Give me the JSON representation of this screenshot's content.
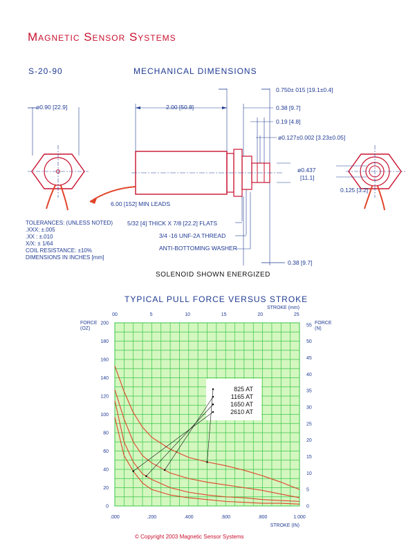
{
  "header": {
    "company": "Magnetic Sensor Systems",
    "part_number": "S-20-90",
    "section_title": "MECHANICAL DIMENSIONS"
  },
  "drawing": {
    "dim_diameter_left": "ø0.90 [22.9]",
    "dim_length": "2.00 [50.8]",
    "dim_0750": "0.750± 015 [19.1±0.4]",
    "dim_038_top": "0.38 [9.7]",
    "dim_019": "0.19 [4.8]",
    "dim_0127": "ø0.127±0.002 [3.23±0.05]",
    "dim_0437_a": "ø0.437",
    "dim_0437_b": "[11.1]",
    "dim_0125": "0.125 [3.2]",
    "leads": "6.00 [152] MIN LEADS",
    "flats": "5/32 [4] THICK X 7/8 [22.2] FLATS",
    "thread": "3/4 -16 UNF-2A THREAD",
    "washer": "ANTI-BOTTOMING WASHER",
    "dim_038_bottom": "0.38 [9.7]",
    "tolerances": [
      "TOLERANCES: (UNLESS NOTED)",
      ".XXX: ±.005",
      ".XX : ±.010",
      "X/X:  ± 1/64",
      "COIL RESISTANCE: ±10%",
      "DIMENSIONS IN INCHES [mm]"
    ],
    "caption": "SOLENOID SHOWN ENERGIZED"
  },
  "chart_data": {
    "type": "line",
    "title": "TYPICAL PULL FORCE VERSUS STROKE",
    "xlabel": "STROKE (IN)",
    "x2label": "STROKE (mm)",
    "ylabel": "FORCE (OZ)",
    "y2label": "FORCE (N)",
    "xlim": [
      0,
      1.0
    ],
    "ylim": [
      0,
      200
    ],
    "x2lim": [
      0,
      25.4
    ],
    "y2lim": [
      0,
      55.6
    ],
    "x_ticks": [
      ".000",
      ".200",
      ".400",
      ".600",
      ".800",
      "1.000"
    ],
    "x2_ticks": [
      "00",
      "5",
      "10",
      "15",
      "20",
      "25"
    ],
    "y_ticks": [
      "0",
      "20",
      "40",
      "60",
      "80",
      "100",
      "120",
      "140",
      "160",
      "180",
      "200"
    ],
    "y2_ticks": [
      "0",
      "5",
      "10",
      "15",
      "20",
      "25",
      "30",
      "35",
      "40",
      "45",
      "50",
      "55"
    ],
    "grid": true,
    "colors": {
      "grid": "#39c54a",
      "background": "#d3f7bf",
      "line": "#e0452a",
      "axis_text": "#1f3a93",
      "labels": "#111111"
    },
    "series": [
      {
        "name": "825 AT",
        "x": [
          0,
          0.05,
          0.1,
          0.15,
          0.2,
          0.3,
          0.4,
          0.5,
          0.6,
          0.7,
          0.8,
          0.9,
          1.0
        ],
        "values": [
          153,
          125,
          102,
          86,
          75,
          62,
          53,
          48,
          44,
          39,
          33,
          26,
          18
        ],
        "label_at": 0.5
      },
      {
        "name": "1165 AT",
        "x": [
          0,
          0.05,
          0.1,
          0.15,
          0.2,
          0.3,
          0.4,
          0.5,
          0.6,
          0.7,
          0.8,
          0.9,
          1.0
        ],
        "values": [
          127,
          95,
          70,
          55,
          47,
          36,
          30,
          26,
          23,
          20,
          17,
          13,
          9
        ],
        "label_at": 0.27
      },
      {
        "name": "1650 AT",
        "x": [
          0,
          0.05,
          0.1,
          0.15,
          0.2,
          0.3,
          0.4,
          0.5,
          0.6,
          0.7,
          0.8,
          0.9,
          1.0
        ],
        "values": [
          115,
          70,
          48,
          35,
          29,
          20,
          15,
          12,
          10,
          9,
          7,
          6,
          5
        ],
        "label_at": 0.17
      },
      {
        "name": "2610 AT",
        "x": [
          0,
          0.05,
          0.1,
          0.15,
          0.2,
          0.3,
          0.4,
          0.5,
          0.6,
          0.7,
          0.8,
          0.9,
          1.0
        ],
        "values": [
          97,
          55,
          38,
          25,
          18,
          12,
          9,
          7,
          5,
          4,
          3,
          3,
          2
        ],
        "label_at": 0.1
      }
    ]
  },
  "footer": {
    "copyright": "©  Copyright 2003 Magnetic Sensor Systems"
  }
}
